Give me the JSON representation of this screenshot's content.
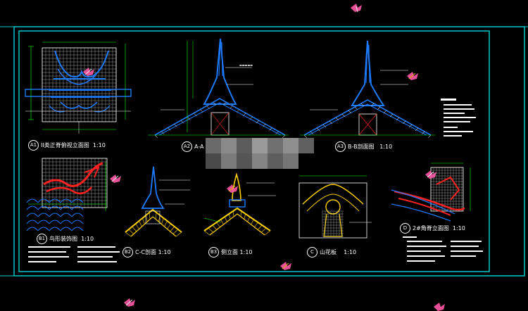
{
  "colors": {
    "background": "#000000",
    "frame": "#00c8c8",
    "structure": "#1e7bff",
    "grid": "#ffffff",
    "dimension": "#00ff00",
    "ornament": "#ff2020",
    "roof": "#ffd000",
    "text": "#ffffff"
  },
  "views": {
    "a1": {
      "num": "A1",
      "title": "II类正脊俯视立面图",
      "scale": "1:10"
    },
    "a2": {
      "num": "A2",
      "title": "A-A",
      "scale": ""
    },
    "a3": {
      "num": "A3",
      "title": "B-B剖面图",
      "scale": "1:10"
    },
    "b1": {
      "num": "B1",
      "title": "鸟形装饰图",
      "scale": "1:10"
    },
    "b2": {
      "num": "B2",
      "title": "C-C剖面",
      "scale": "1:10"
    },
    "b3": {
      "num": "B3",
      "title": "侧立面",
      "scale": "1:10"
    },
    "c": {
      "num": "C",
      "title": "山花板",
      "scale": "1:10"
    },
    "d": {
      "num": "D",
      "title": "2#角脊立面图",
      "scale": "1:10"
    }
  }
}
